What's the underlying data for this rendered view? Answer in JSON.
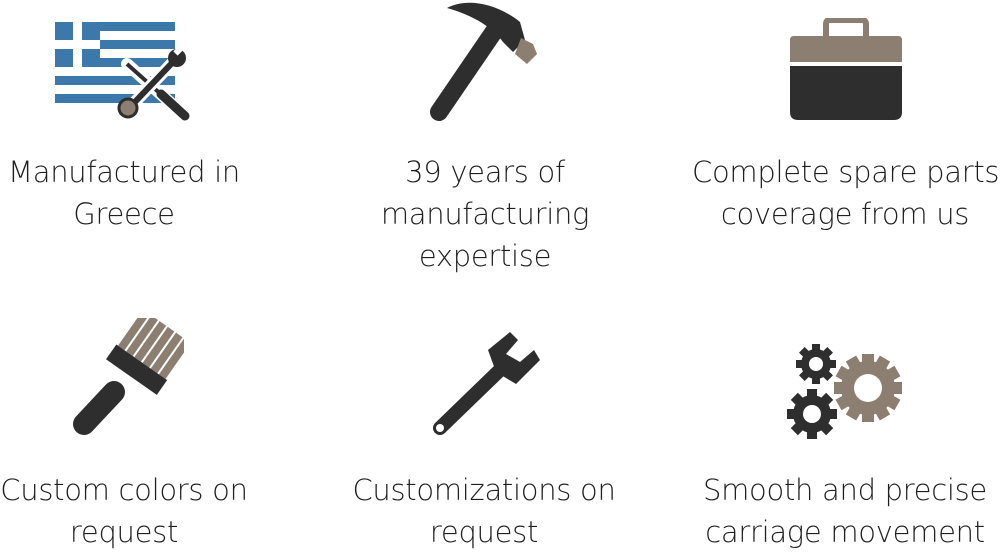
{
  "colors": {
    "dark": "#2e2e2e",
    "accent": "#8c7f71",
    "flag_blue": "#3d78aa",
    "white": "#ffffff"
  },
  "features": [
    {
      "icon": "greece-flag-tools-icon",
      "lines": [
        "Manufactured in",
        "Greece"
      ]
    },
    {
      "icon": "hammer-icon",
      "lines": [
        "39 years of",
        "manufacturing",
        "expertise"
      ]
    },
    {
      "icon": "toolbox-icon",
      "lines": [
        "Complete spare parts",
        "coverage from us"
      ]
    },
    {
      "icon": "paint-brush-icon",
      "lines": [
        "Custom colors on",
        "request"
      ]
    },
    {
      "icon": "wrench-icon",
      "lines": [
        "Customizations on",
        "request"
      ]
    },
    {
      "icon": "gears-icon",
      "lines": [
        "Smooth and precise",
        "carriage movement"
      ]
    }
  ]
}
